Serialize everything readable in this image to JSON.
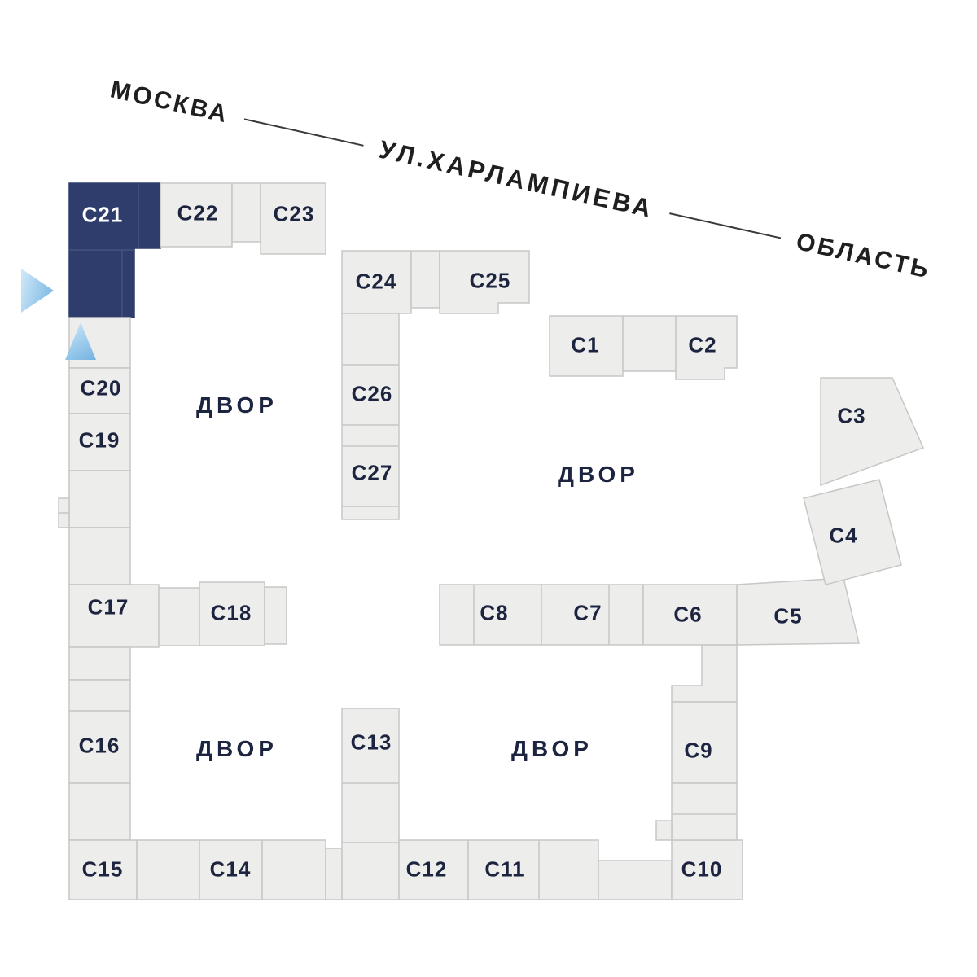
{
  "street": {
    "left_label": "МОСКВА",
    "road_name": "УЛ.ХАРЛАМПИЕВА",
    "right_label": "ОБЛАСТЬ"
  },
  "courtyard": {
    "label": "ДВОР"
  },
  "selected_building": "С21",
  "buildings": {
    "c1": "С1",
    "c2": "С2",
    "c3": "С3",
    "c4": "С4",
    "c5": "С5",
    "c6": "С6",
    "c7": "С7",
    "c8": "С8",
    "c9": "С9",
    "c10": "С10",
    "c11": "С11",
    "c12": "С12",
    "c13": "С13",
    "c14": "С14",
    "c15": "С15",
    "c16": "С16",
    "c17": "С17",
    "c18": "С18",
    "c19": "С19",
    "c20": "С20",
    "c21": "С21",
    "c22": "С22",
    "c23": "С23",
    "c24": "С24",
    "c25": "С25",
    "c26": "С26",
    "c27": "С27"
  },
  "icons": {
    "selected_pointer_right": "triangle-right",
    "selected_pointer_up": "triangle-up"
  },
  "colors": {
    "background": "#FFFFFF",
    "building_fill": "#EDEDEC",
    "building_stroke": "#C7C7C6",
    "selected_fill": "#2E3D6B",
    "label_text": "#1D2440",
    "street_text": "#1F1F1F",
    "arrow_blue": "#8FC2E9"
  }
}
